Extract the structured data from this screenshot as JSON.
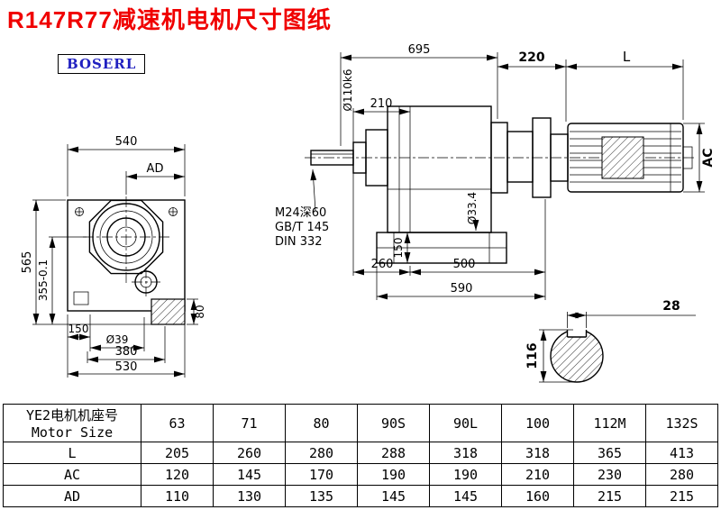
{
  "colors": {
    "title_red": "#f00000",
    "logo_blue": "#2020c0",
    "line_black": "#000000"
  },
  "header": {
    "title": "R147R77减速机电机尺寸图纸",
    "logo": "BOSERL"
  },
  "front_view": {
    "d540": "540",
    "dAD": "AD",
    "d565": "565",
    "d355": "355-0.1",
    "d150": "150",
    "d39": "Ø39",
    "d380": "380",
    "d530": "530",
    "d80": "80"
  },
  "side_view": {
    "d695": "695",
    "d220": "220",
    "dL": "L",
    "d210": "210",
    "d110": "Ø110k6",
    "note1": "M24深60",
    "note2": "GB/T 145",
    "note3": "DIN 332",
    "d334": "Ø33.4",
    "d150": "150",
    "d260": "260",
    "d500": "500",
    "d590": "590",
    "dAC": "AC"
  },
  "shaft_view": {
    "d28": "28",
    "d116": "116"
  },
  "table": {
    "col1_line1": "YE2电机机座号",
    "col1_line2": "Motor Size",
    "sizes": [
      "63",
      "71",
      "80",
      "90S",
      "90L",
      "100",
      "112M",
      "132S"
    ],
    "rows": [
      {
        "label": "L",
        "values": [
          "205",
          "260",
          "280",
          "288",
          "318",
          "318",
          "365",
          "413"
        ]
      },
      {
        "label": "AC",
        "values": [
          "120",
          "145",
          "170",
          "190",
          "190",
          "210",
          "230",
          "280"
        ]
      },
      {
        "label": "AD",
        "values": [
          "110",
          "130",
          "135",
          "145",
          "145",
          "160",
          "215",
          "215"
        ]
      }
    ]
  }
}
